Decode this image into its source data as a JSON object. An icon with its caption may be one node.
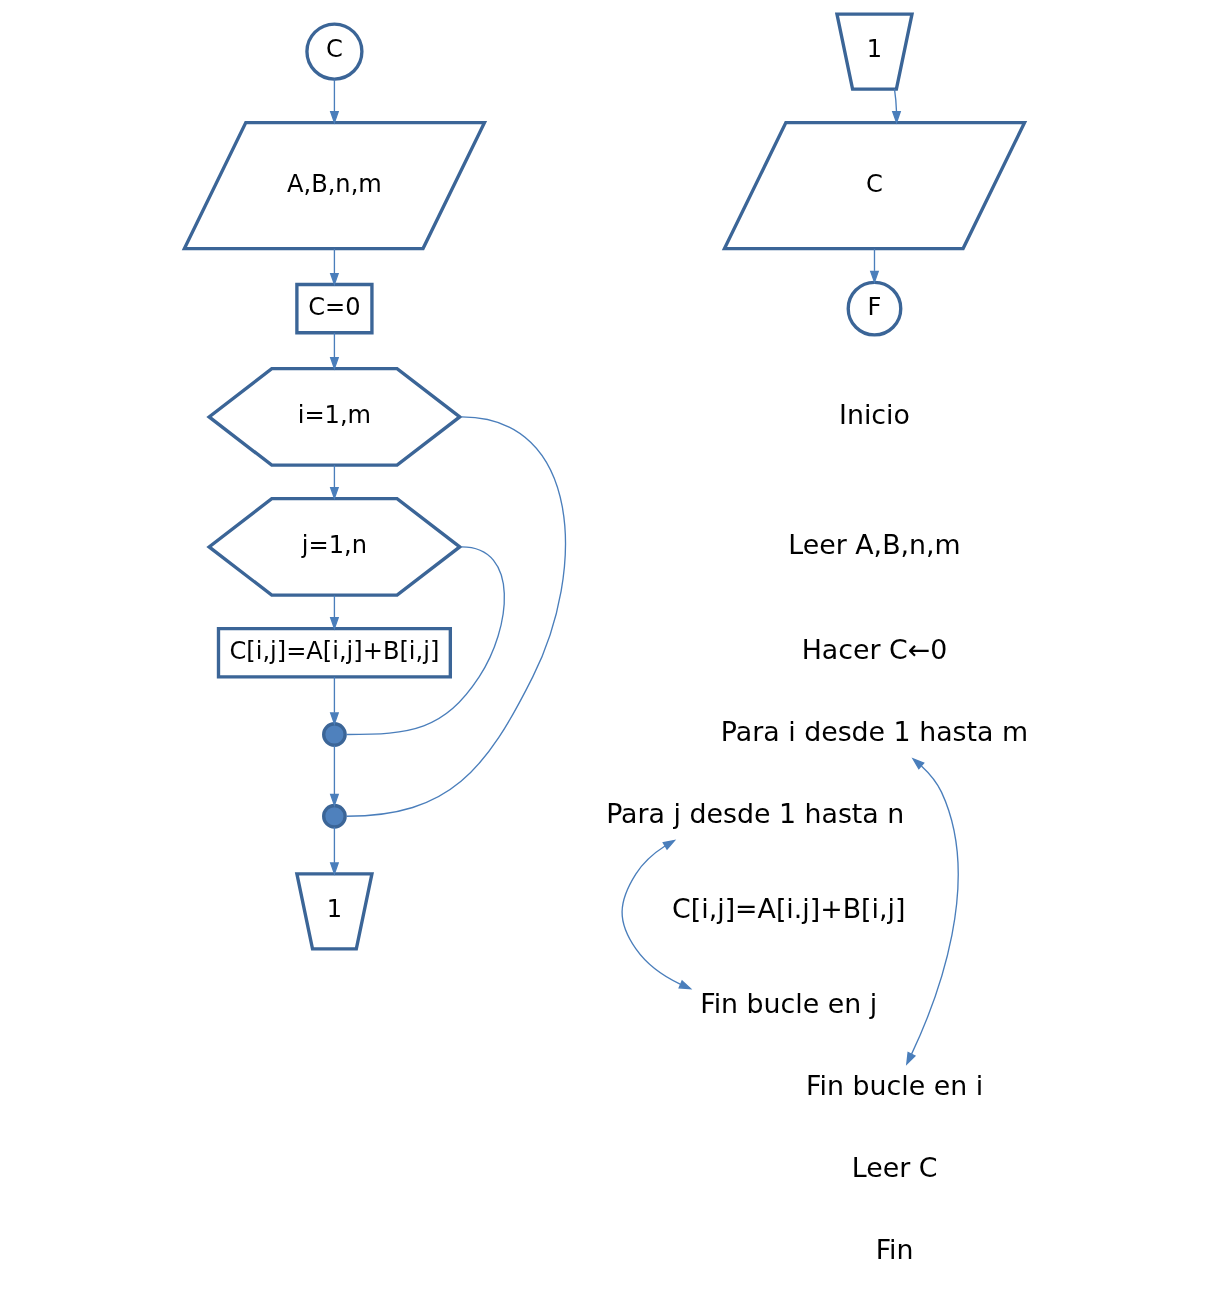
{
  "diagram": {
    "nodes": [
      {
        "text": [
          "C"
        ]
      },
      {
        "text": [
          "A,B,n,m"
        ]
      },
      {
        "text": [
          "C=0"
        ]
      },
      {
        "text": [
          "i=1,m"
        ]
      },
      {
        "text": [
          "j=1,n"
        ]
      },
      {
        "text": [
          "C[i,j]=A[i,j]+B[i,j]"
        ]
      },
      {
        "text": [],
        "shape": "circle"
      },
      {
        "text": [],
        "shape": "circle"
      },
      {
        "text": [
          "1"
        ]
      },
      {
        "text": [
          "1"
        ]
      },
      {
        "text": [
          "C"
        ]
      },
      {
        "text": [
          "F"
        ]
      },
      {
        "text": [
          "Para i desde 1 hasta m"
        ]
      },
      {
        "text": [
          "Para j desde 1 hasta n"
        ]
      },
      {
        "text": [
          "Fin bucle en j"
        ]
      },
      {
        "text": [
          "Fin bucle en i"
        ]
      }
    ],
    "edges": [
      {
        "from": 0,
        "to": 1,
        "arrow": "to"
      },
      {
        "from": 1,
        "to": 2,
        "arrow": "to"
      },
      {
        "from": 2,
        "to": 3,
        "arrow": "to"
      },
      {
        "from": 3,
        "to": 4,
        "arrow": "to"
      },
      {
        "from": 4,
        "to": 5,
        "arrow": "to"
      },
      {
        "from": 5,
        "to": 6,
        "arrow": "to"
      },
      {
        "from": 6,
        "to": 7,
        "arrow": "to"
      },
      {
        "from": 7,
        "to": 8,
        "arrow": "to"
      },
      {
        "from": 4,
        "to": 6,
        "arrow": "none"
      },
      {
        "from": 3,
        "to": 7,
        "arrow": "none"
      },
      {
        "from": 9,
        "to": 10,
        "arrow": "to"
      },
      {
        "from": 10,
        "to": 11,
        "arrow": "to"
      },
      {
        "from": 12,
        "to": 15,
        "arrow": "both"
      },
      {
        "from": 13,
        "to": 14,
        "arrow": "both"
      }
    ],
    "labels": [
      "Inicio",
      "Leer A,B,n,m",
      "Hacer C←0",
      "C[i,j]=A[i.j]+B[i,j]",
      "Leer C",
      "Fin"
    ]
  }
}
